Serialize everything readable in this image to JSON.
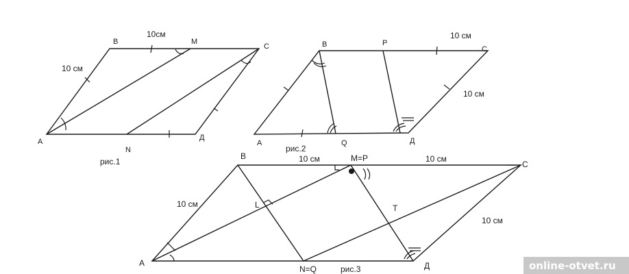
{
  "figures": {
    "fig1": {
      "caption": "рис.1",
      "points": {
        "A": "A",
        "B": "B",
        "C": "C",
        "D": "Д",
        "M": "M",
        "N": "N"
      },
      "lengths": {
        "BM": "10см",
        "AB": "10 см"
      }
    },
    "fig2": {
      "caption": "рис.2",
      "points": {
        "A": "A",
        "B": "B",
        "C": "C",
        "D": "Д",
        "P": "P",
        "Q": "Q"
      },
      "lengths": {
        "PC": "10 см",
        "DC": "10 см"
      }
    },
    "fig3": {
      "caption": "рис.3",
      "points": {
        "A": "A",
        "B": "B",
        "C": "C",
        "D": "Д",
        "MP": "M=P",
        "NQ": "N=Q",
        "L": "L",
        "T": "T"
      },
      "lengths": {
        "BM": "10 см",
        "MC": "10 см",
        "AB": "10 см",
        "DC": "10 см"
      }
    }
  },
  "watermark": {
    "text": "online-otvet.ru"
  }
}
